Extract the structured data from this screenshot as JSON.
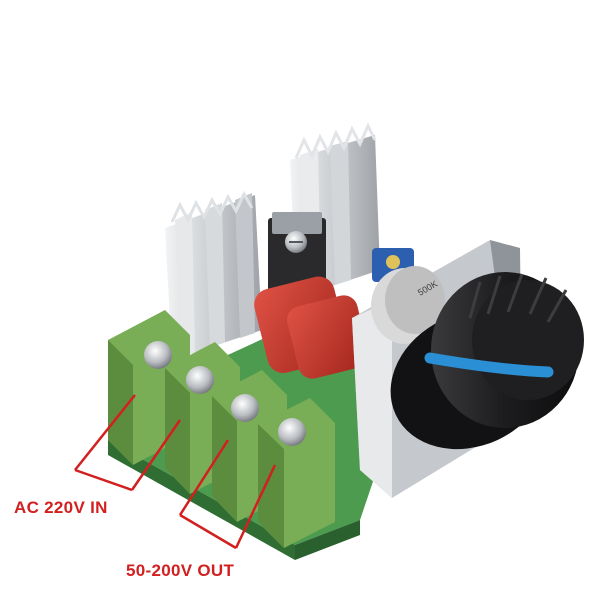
{
  "labels": {
    "input": "AC 220V IN",
    "output": "50-200V OUT"
  },
  "knob_marking": "500K",
  "colors": {
    "background": "#ffffff",
    "callout": "#d21f1f",
    "pcb_green": "#4d9b4e",
    "terminal_green": "#79ad56",
    "heatsink": "#c9ccd0",
    "capacitor_red": "#c23226",
    "knob_black": "#1c1c1e",
    "knob_stripe": "#2b8fd6",
    "trimmer_blue": "#2d5fb0"
  }
}
